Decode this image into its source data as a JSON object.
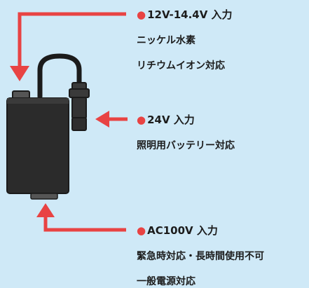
{
  "labels": {
    "input_12v": {
      "title": "12V-14.4V 入力",
      "lines": [
        "ニッケル水素",
        "リチウムイオン対応"
      ]
    },
    "input_24v": {
      "title": "24V 入力",
      "lines": [
        "照明用バッテリー対応"
      ]
    },
    "input_ac": {
      "title": "AC100V 入力",
      "lines": [
        "緊急時対応・長時間使用不可",
        "一般電源対応"
      ]
    }
  },
  "colors": {
    "background": "#cfe9f7",
    "arrow": "#e84343",
    "device": "#2b2b2b",
    "text": "#1c1c1c"
  },
  "icons": {
    "bullet": "red-dot-icon",
    "arrow": "red-arrow-icon"
  }
}
